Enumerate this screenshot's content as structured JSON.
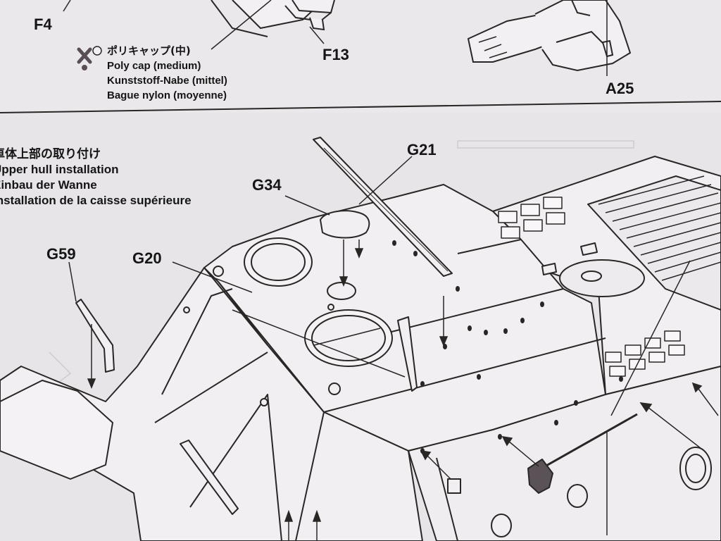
{
  "top_parts": {
    "f4": "F4",
    "f13": "F13",
    "a25": "A25"
  },
  "poly_cap": {
    "ja": "ポリキャップ(中)",
    "en": "Poly cap (medium)",
    "de": "Kunststoff-Nabe (mittel)",
    "fr": "Bague nylon (moyenne)"
  },
  "step_title": {
    "ja": "車体上部の取り付け",
    "en": "Upper hull installation",
    "de": "Einbau der Wanne",
    "fr": "Installation de la caisse supérieure"
  },
  "parts": {
    "g21": "G21",
    "g34": "G34",
    "g59": "G59",
    "g20": "G20"
  },
  "colors": {
    "paper": "#e7e5e8",
    "ink": "#2a2626",
    "fill_light": "#f1eff1"
  }
}
